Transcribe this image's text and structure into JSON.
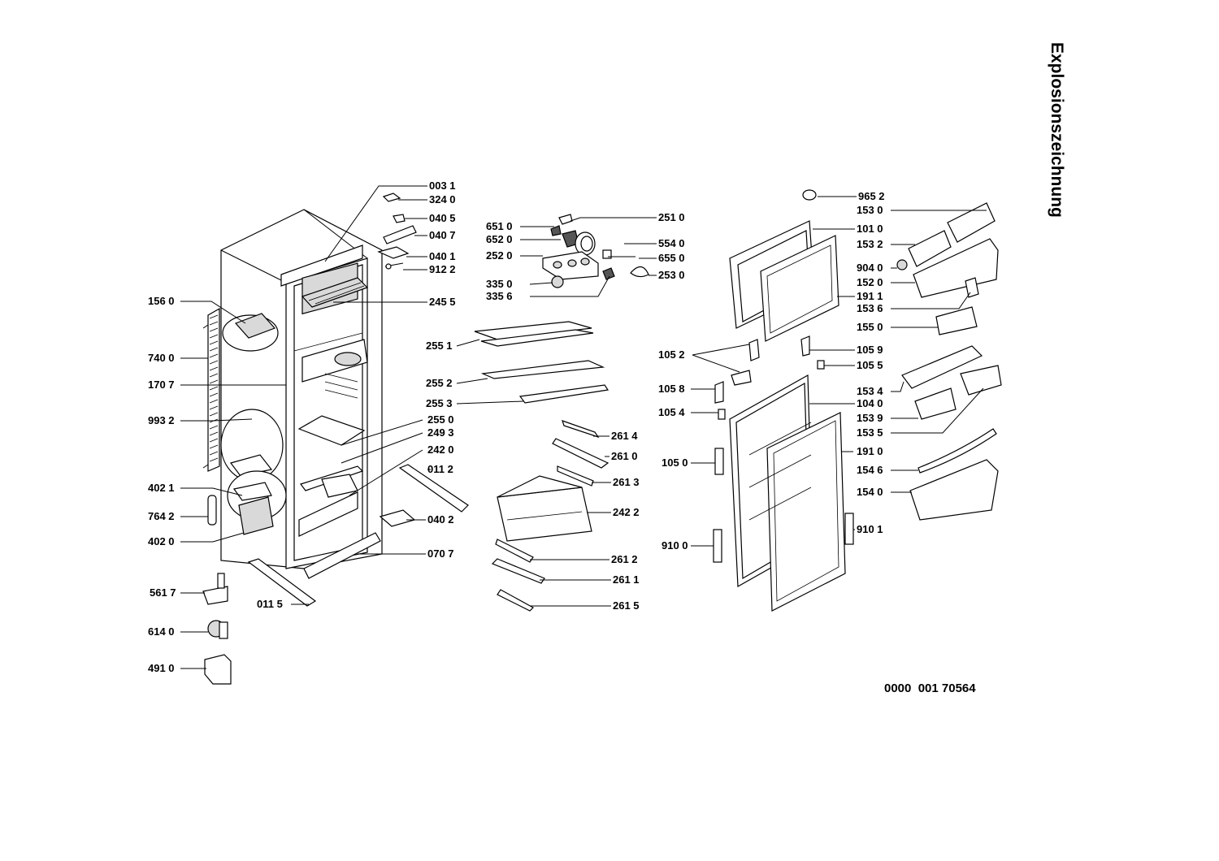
{
  "title": "Explosionszeichnung",
  "doc_id": "0000  001 70564",
  "labels": {
    "l0031": "003 1",
    "l3240": "324 0",
    "l0405": "040 5",
    "l0407": "040 7",
    "l0401": "040 1",
    "l9122": "912 2",
    "l2455": "245 5",
    "l1560": "156 0",
    "l7400": "740 0",
    "l1707": "170 7",
    "l9932": "993 2",
    "l2550": "255 0",
    "l2493": "249 3",
    "l2420": "242 0",
    "l0112": "011 2",
    "l4021": "402 1",
    "l7642": "764 2",
    "l4020": "402 0",
    "l0402": "040 2",
    "l0707": "070 7",
    "l5617": "561 7",
    "l0115": "011 5",
    "l6140": "614 0",
    "l4910": "491 0",
    "l6510": "651 0",
    "l6520": "652 0",
    "l2520": "252 0",
    "l3350": "335 0",
    "l3356": "335 6",
    "l2510": "251 0",
    "l5540": "554 0",
    "l6550": "655 0",
    "l2530": "253 0",
    "l2551": "255 1",
    "l2552": "255 2",
    "l2553": "255 3",
    "l2614": "261 4",
    "l2610": "261 0",
    "l2613": "261 3",
    "l2422": "242 2",
    "l2612": "261 2",
    "l2611": "261 1",
    "l2615": "261 5",
    "l9652": "965 2",
    "l1530": "153 0",
    "l1010": "101 0",
    "l1532": "153 2",
    "l9040": "904 0",
    "l1520": "152 0",
    "l1911": "191 1",
    "l1536": "153 6",
    "l1550": "155 0",
    "l1052": "105 2",
    "l1059": "105 9",
    "l1055": "105 5",
    "l1058": "105 8",
    "l1534": "153 4",
    "l1040": "104 0",
    "l1054": "105 4",
    "l1539": "153 9",
    "l1535": "153 5",
    "l1050": "105 0",
    "l1910": "191 0",
    "l1546": "154 6",
    "l1540": "154 0",
    "l9100": "910 0",
    "l9101": "910 1"
  }
}
